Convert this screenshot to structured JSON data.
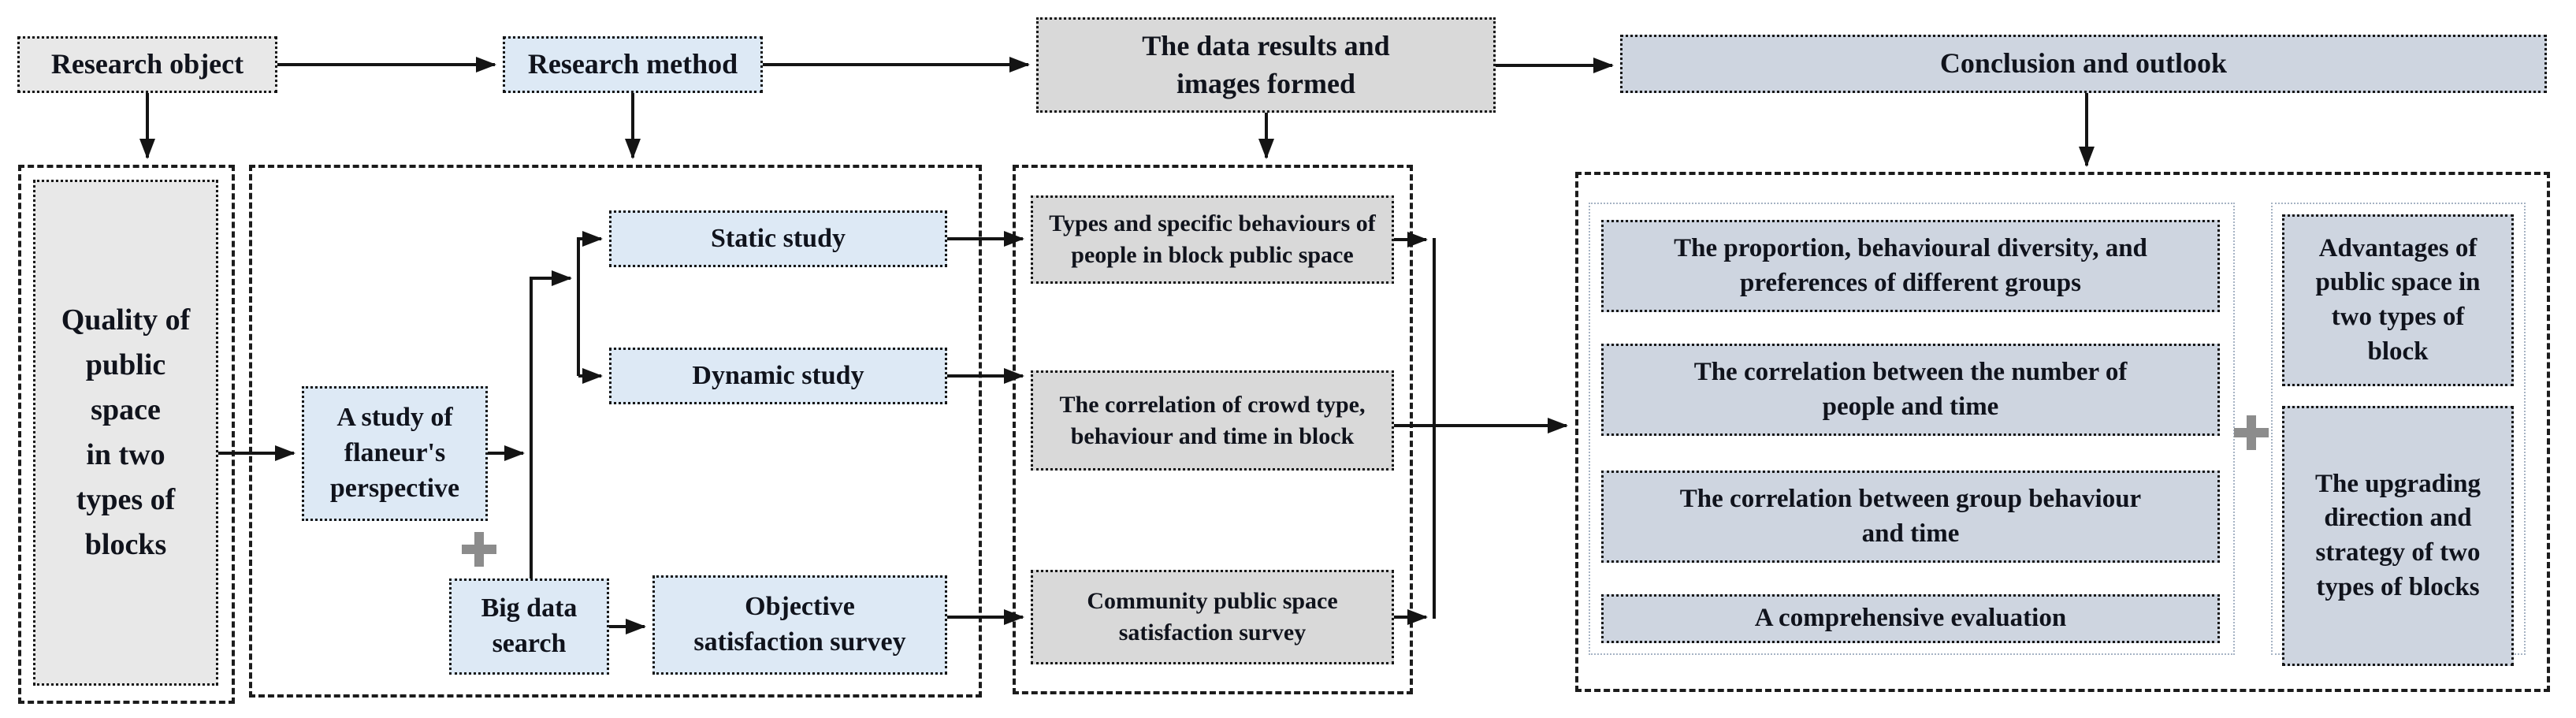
{
  "diagram": {
    "top_row": {
      "research_object": "Research object",
      "research_method": "Research method",
      "data_results": "The data results and\nimages formed",
      "conclusion": "Conclusion and outlook"
    },
    "object_section": {
      "quality": "Quality of\npublic\nspace\nin two\ntypes of\nblocks"
    },
    "method_section": {
      "flaneur": "A study of\nflaneur's\nperspective",
      "big_data": "Big data\nsearch",
      "static_study": "Static study",
      "dynamic_study": "Dynamic study",
      "objective_survey": "Objective\nsatisfaction survey"
    },
    "results_section": {
      "types_behaviours": "Types and specific behaviours of\npeople in block public space",
      "crowd_correlation": "The correlation of crowd type,\nbehaviour and time in block",
      "community_survey": "Community public space\nsatisfaction survey"
    },
    "conclusion_section": {
      "findings": [
        "The proportion, behavioural diversity, and\npreferences of different groups",
        "The correlation between the number of\npeople and time",
        "The correlation between group behaviour\nand time",
        "A comprehensive evaluation"
      ],
      "outcomes": [
        "Advantages of\npublic space in\ntwo types of\nblock",
        "The upgrading\ndirection and\nstrategy of two\ntypes of blocks"
      ]
    },
    "icons": {
      "method_plus": "plus-icon",
      "conclusion_plus": "plus-icon"
    },
    "colors": {
      "light_gray_fill": "#e8e8e8",
      "gray_fill": "#d9d9d9",
      "light_blue_fill": "#dde9f5",
      "blue_gray_fill": "#ced5e0",
      "plus_gray": "#8c8c8c",
      "line_black": "#141414"
    }
  }
}
